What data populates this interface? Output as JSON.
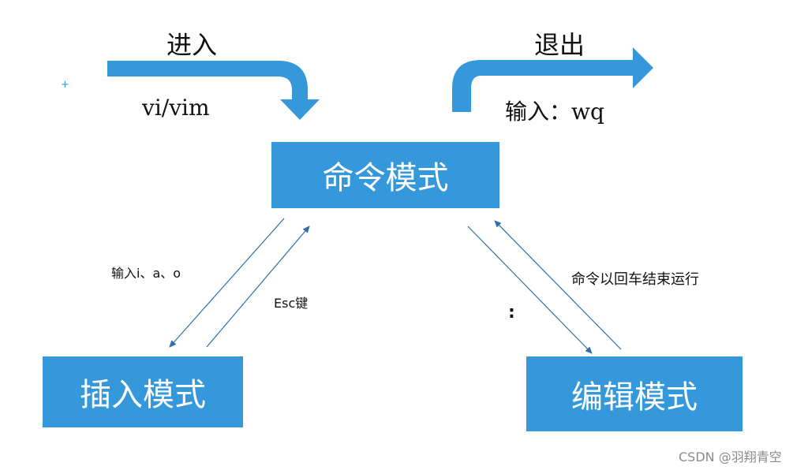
{
  "colors": {
    "box": "#3498DB",
    "arrow_big": "#3498DB",
    "arrow_thin": "#2F6EA8",
    "text": "#111111",
    "watermark": "#8a8a8a"
  },
  "enter": {
    "label": "进入",
    "command": "vi/vim"
  },
  "exit": {
    "label": "退出",
    "command": "输入：wq"
  },
  "boxes": {
    "command": "命令模式",
    "insert": "插入模式",
    "edit": "编辑模式"
  },
  "edges": {
    "to_insert": "输入i、a、o",
    "from_insert": "Esc键",
    "to_edit": ":",
    "from_edit": "命令以回车结束运行"
  },
  "marker": "+",
  "watermark": "CSDN @羽翔青空"
}
